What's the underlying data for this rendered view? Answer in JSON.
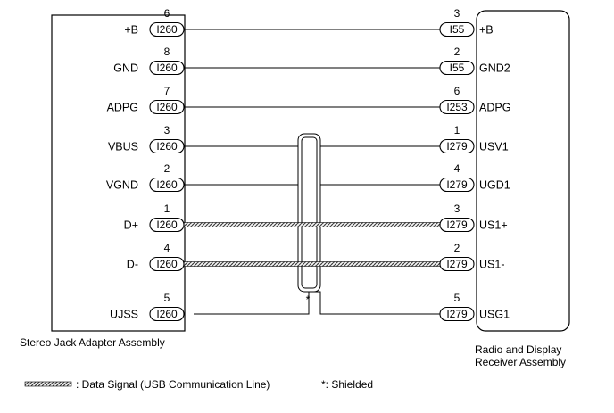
{
  "left_component": {
    "title": "Stereo Jack Adapter Assembly",
    "pins": [
      {
        "name": "+B",
        "num": "6",
        "conn": "I260"
      },
      {
        "name": "GND",
        "num": "8",
        "conn": "I260"
      },
      {
        "name": "ADPG",
        "num": "7",
        "conn": "I260"
      },
      {
        "name": "VBUS",
        "num": "3",
        "conn": "I260"
      },
      {
        "name": "VGND",
        "num": "2",
        "conn": "I260"
      },
      {
        "name": "D+",
        "num": "1",
        "conn": "I260"
      },
      {
        "name": "D-",
        "num": "4",
        "conn": "I260"
      },
      {
        "name": "UJSS",
        "num": "5",
        "conn": "I260"
      }
    ]
  },
  "right_component": {
    "title_line1": "Radio and Display",
    "title_line2": "Receiver Assembly",
    "pins": [
      {
        "name": "+B",
        "num": "3",
        "conn": "I55"
      },
      {
        "name": "GND2",
        "num": "2",
        "conn": "I55"
      },
      {
        "name": "ADPG",
        "num": "6",
        "conn": "I253"
      },
      {
        "name": "USV1",
        "num": "1",
        "conn": "I279"
      },
      {
        "name": "UGD1",
        "num": "4",
        "conn": "I279"
      },
      {
        "name": "US1+",
        "num": "3",
        "conn": "I279"
      },
      {
        "name": "US1-",
        "num": "2",
        "conn": "I279"
      },
      {
        "name": "USG1",
        "num": "5",
        "conn": "I279"
      }
    ]
  },
  "wires": [
    {
      "type": "plain"
    },
    {
      "type": "plain"
    },
    {
      "type": "plain"
    },
    {
      "type": "plain"
    },
    {
      "type": "plain"
    },
    {
      "type": "data-signal"
    },
    {
      "type": "data-signal"
    },
    {
      "type": "shield-drain"
    }
  ],
  "shield_marker": "*",
  "legend": {
    "data_signal": ": Data Signal (USB Communication Line)",
    "shielded": "*: Shielded"
  }
}
